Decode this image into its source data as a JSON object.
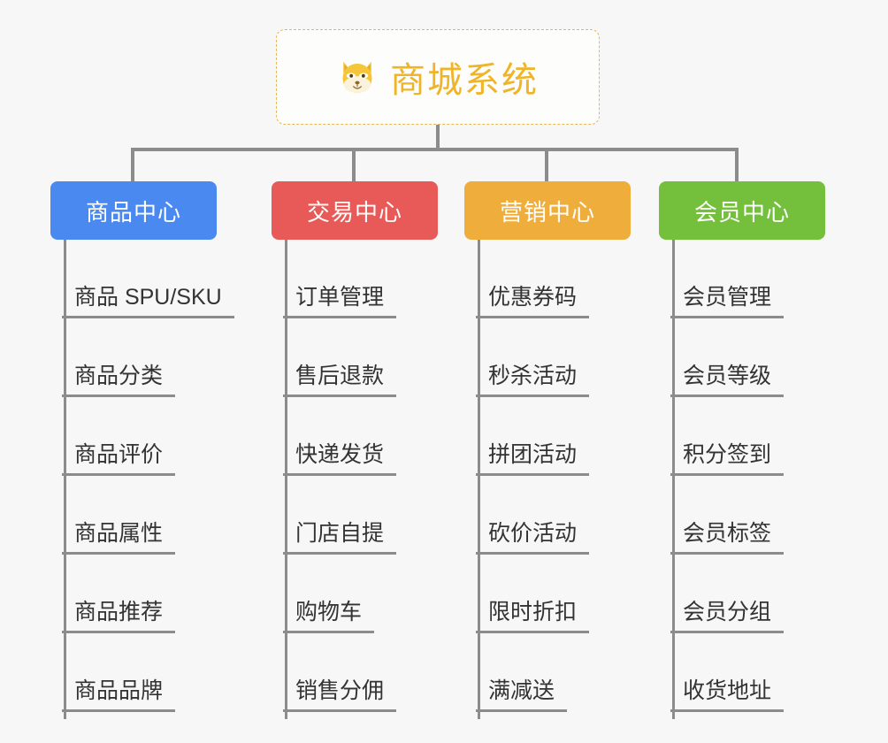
{
  "canvas": {
    "background": "#f7f7f7"
  },
  "root": {
    "icon": "shiba-dog-face-emoji",
    "emoji": "🐕",
    "title": "商城系统",
    "border_color": "#e8b654",
    "text_color": "#f0b429",
    "background": "#fdfdfc"
  },
  "connector": {
    "color": "#8c8c8c"
  },
  "branches": [
    {
      "label": "商品中心",
      "color": "#4a89f0",
      "items": [
        "商品 SPU/SKU",
        "商品分类",
        "商品评价",
        "商品属性",
        "商品推荐",
        "商品品牌"
      ]
    },
    {
      "label": "交易中心",
      "color": "#e85a57",
      "items": [
        "订单管理",
        "售后退款",
        "快递发货",
        "门店自提",
        "购物车",
        "销售分佣"
      ]
    },
    {
      "label": "营销中心",
      "color": "#efae3c",
      "items": [
        "优惠券码",
        "秒杀活动",
        "拼团活动",
        "砍价活动",
        "限时折扣",
        "满减送"
      ]
    },
    {
      "label": "会员中心",
      "color": "#74c03c",
      "items": [
        "会员管理",
        "会员等级",
        "积分签到",
        "会员标签",
        "会员分组",
        "收货地址"
      ]
    }
  ]
}
